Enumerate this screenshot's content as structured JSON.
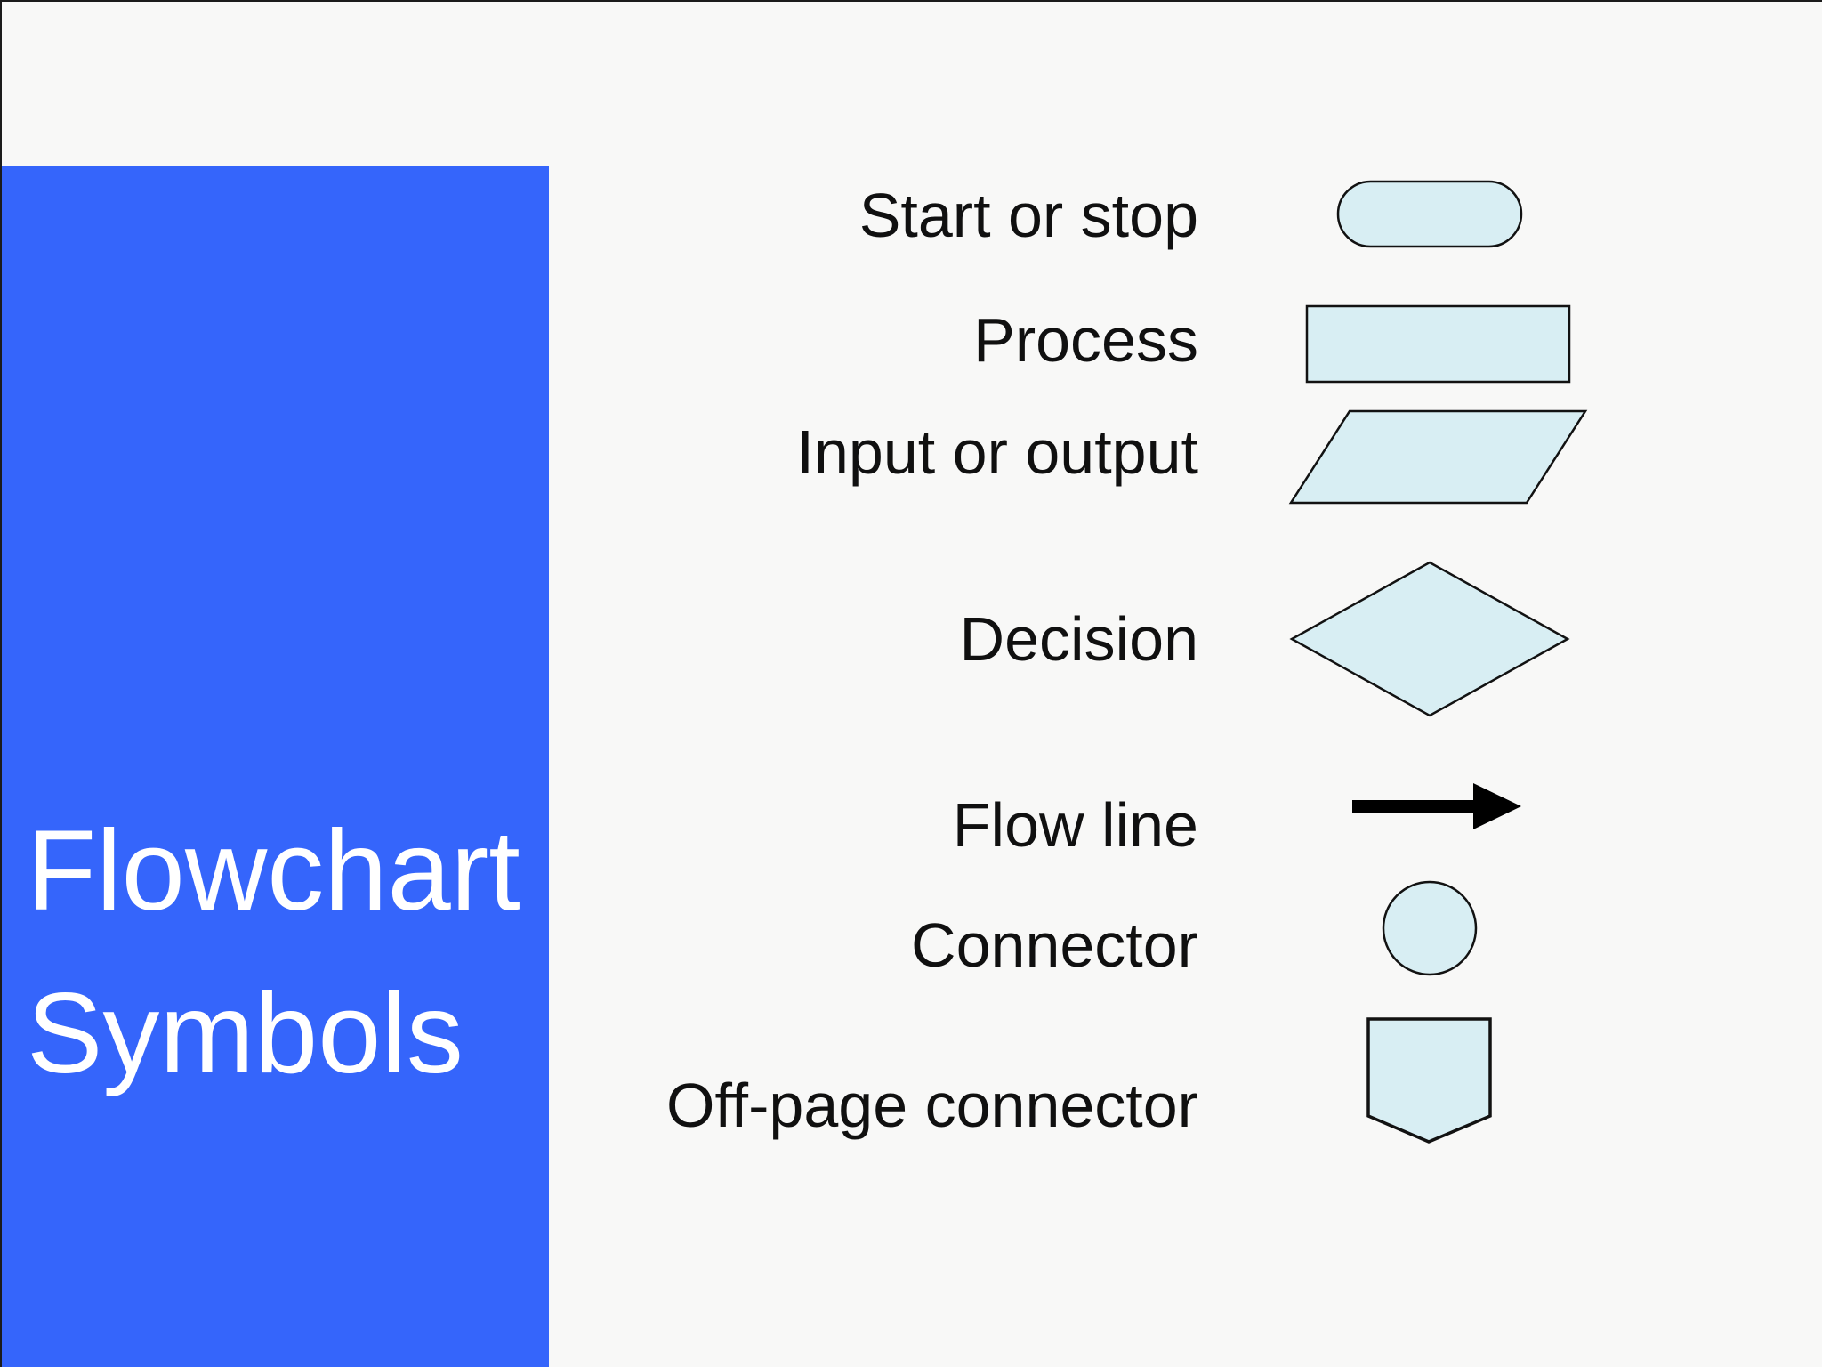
{
  "slide": {
    "title": {
      "line1": "Flowchart",
      "line2": "Symbols"
    },
    "legend_rows": [
      {
        "label": "Start or stop",
        "symbol": "terminator-stadium-icon"
      },
      {
        "label": "Process",
        "symbol": "process-rectangle-icon"
      },
      {
        "label": "Input or output",
        "symbol": "input-output-parallelogram-icon"
      },
      {
        "label": "Decision",
        "symbol": "decision-diamond-icon"
      },
      {
        "label": "Flow line",
        "symbol": "flow-line-arrow-icon"
      },
      {
        "label": "Connector",
        "symbol": "connector-circle-icon"
      },
      {
        "label": "Off-page connector",
        "symbol": "off-page-connector-pentagon-icon"
      }
    ],
    "colors": {
      "background": "#f8f8f7",
      "panel-blue": "#3565fb",
      "title-text": "#ffffff",
      "label-text": "#101010",
      "shape-fill": "#d8eef3",
      "shape-stroke": "#121212",
      "arrow-black": "#000000",
      "edge-line": "#1b1b1b"
    }
  }
}
